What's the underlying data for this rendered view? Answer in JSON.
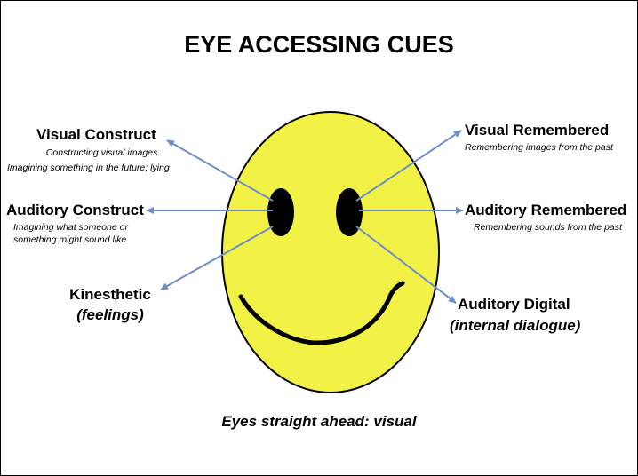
{
  "title": "EYE ACCESSING CUES",
  "colors": {
    "face_fill": "#f2f246",
    "face_stroke": "#000000",
    "arrow": "#6e8fc6"
  },
  "cues": {
    "visual_construct": {
      "label": "Visual Construct",
      "desc_lines": [
        "Constructing visual images.",
        "Imagining something in the future; lying"
      ]
    },
    "auditory_construct": {
      "label": "Auditory Construct",
      "desc_lines": [
        "Imagining what someone or",
        "something might sound like"
      ]
    },
    "kinesthetic": {
      "label": "Kinesthetic",
      "desc": "(feelings)"
    },
    "visual_remembered": {
      "label": "Visual Remembered",
      "desc": "Remembering images from the past"
    },
    "auditory_remembered": {
      "label": "Auditory Remembered",
      "desc": "Remembering sounds from the past"
    },
    "auditory_digital": {
      "label": "Auditory Digital",
      "desc": "(internal dialogue)"
    }
  },
  "footer": "Eyes straight ahead: visual"
}
